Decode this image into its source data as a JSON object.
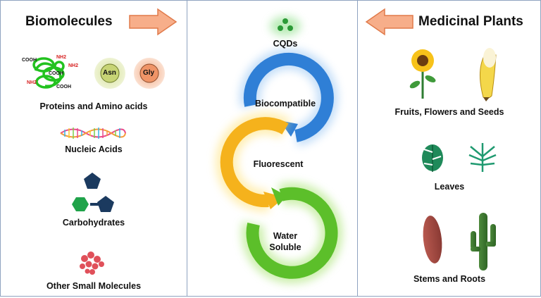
{
  "left": {
    "heading": "Biomolecules",
    "items": [
      {
        "label": "Proteins and Amino acids"
      },
      {
        "label": "Nucleic Acids"
      },
      {
        "label": "Carbohydrates"
      },
      {
        "label": "Other Small Molecules"
      }
    ],
    "protein_text": {
      "cooh1": "COOH",
      "nh2a": "NH2",
      "nh2b": "NH2",
      "cooh2": "COOH",
      "nh2c": "NH2",
      "cooh3": "COOH"
    },
    "amino_acids": [
      "Asn",
      "Gly"
    ]
  },
  "center": {
    "top_label": "CQDs",
    "rings": [
      {
        "label_line1": "Biocompatible",
        "color": "#2f7fd6"
      },
      {
        "label_line1": "Fluorescent",
        "color": "#f5b21c"
      },
      {
        "label_line1": "Water",
        "label_line2": "Soluble",
        "color": "#5cbf2a"
      }
    ]
  },
  "right": {
    "heading": "Medicinal Plants",
    "items": [
      {
        "label": "Fruits, Flowers and Seeds"
      },
      {
        "label": "Leaves"
      },
      {
        "label": "Stems and Roots"
      }
    ]
  },
  "colors": {
    "arrow_fill": "#f7ae8a",
    "arrow_stroke": "#e07a4a",
    "border": "#8fa3c0"
  }
}
